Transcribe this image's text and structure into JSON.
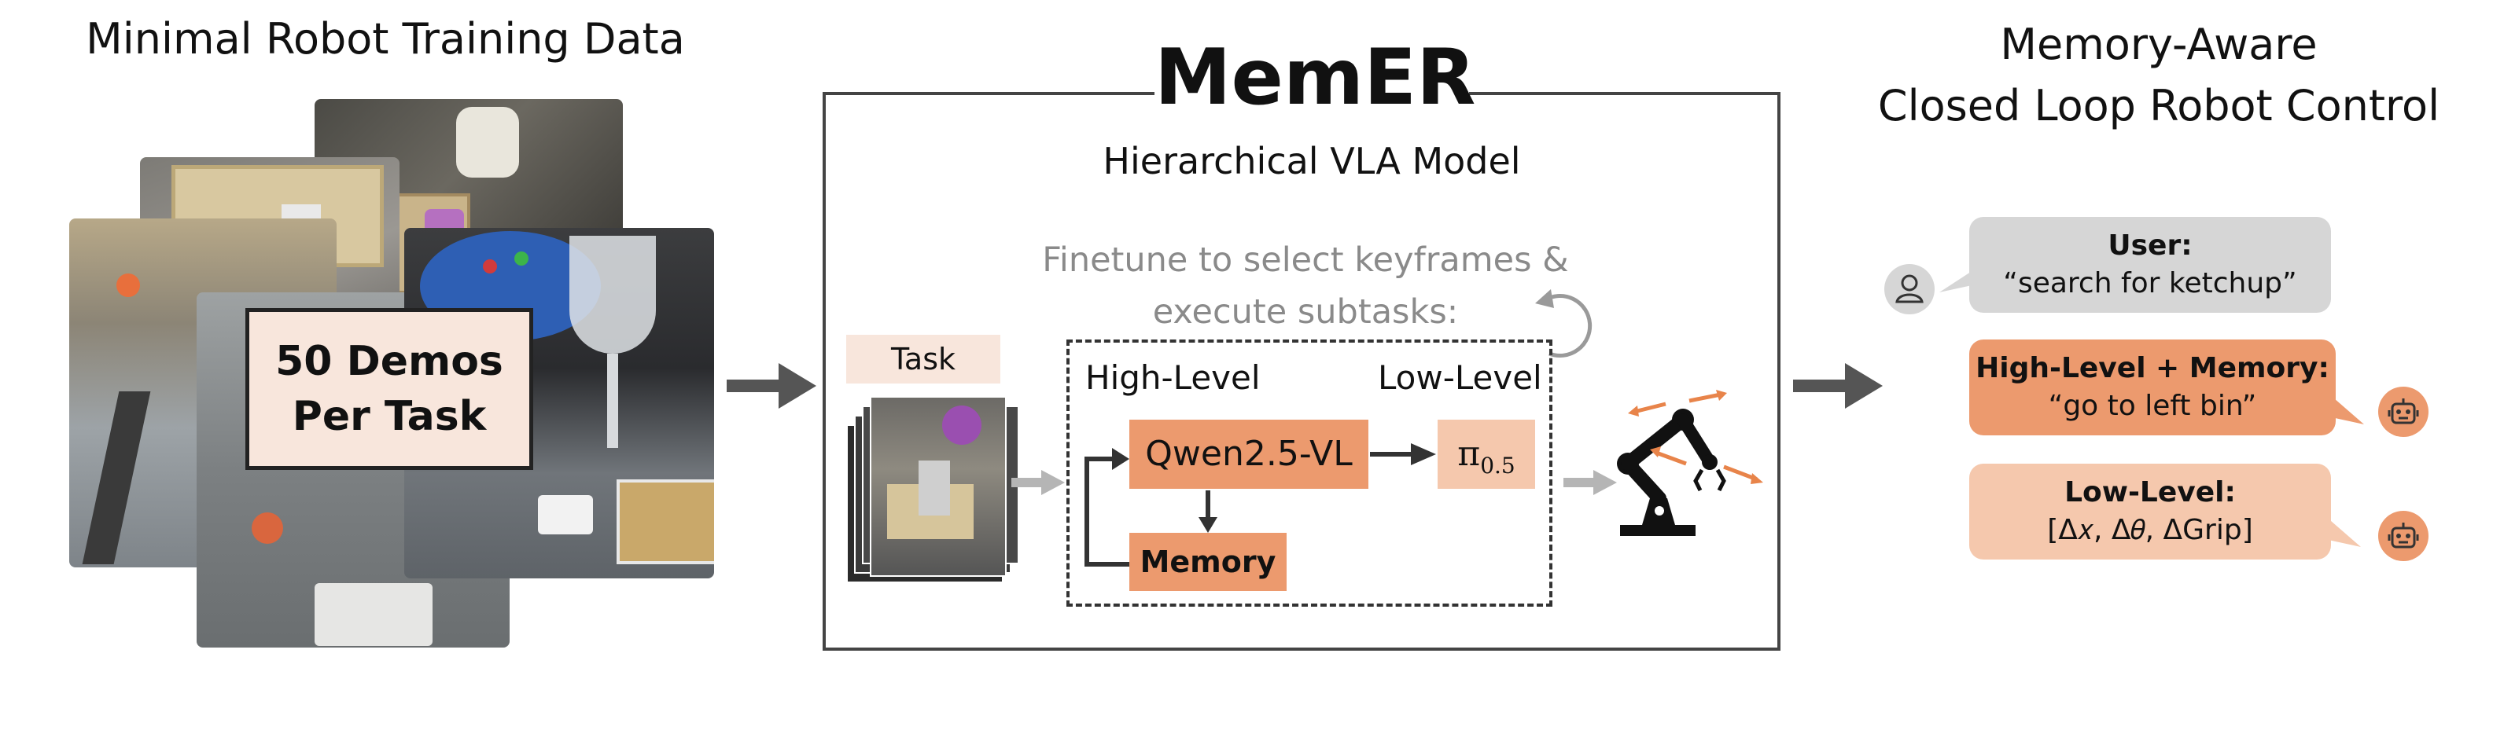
{
  "left_panel": {
    "title": "Minimal Robot Training Data",
    "demo_box": {
      "line1": "50 Demos",
      "line2": "Per Task"
    }
  },
  "center_panel": {
    "title": "MemER",
    "subtitle": "Hierarchical VLA Model",
    "finetune": {
      "line1": "Finetune to select keyframes &",
      "line2": "execute subtasks:"
    },
    "task_label": "Task",
    "high_level_label": "High-Level",
    "low_level_label": "Low-Level",
    "high_level_model": "Qwen2.5-VL",
    "low_level_model": {
      "symbol": "π",
      "subscript": "0.5"
    },
    "memory_label": "Memory"
  },
  "right_panel": {
    "title": {
      "line1": "Memory-Aware",
      "line2": "Closed Loop Robot Control"
    },
    "bubbles": [
      {
        "heading": "User:",
        "text": "“search for ketchup”",
        "speaker_icon": "user-icon"
      },
      {
        "heading": "High-Level + Memory:",
        "text": "“go to left bin”",
        "speaker_icon": "robot-icon"
      },
      {
        "heading": "Low-Level:",
        "text": "[Δ𝑥, Δ𝜃, ΔGrip]",
        "speaker_icon": "robot-icon"
      }
    ]
  },
  "colors": {
    "accent_orange": "#ec9a6e",
    "light_orange": "#f5c8ad",
    "pale_orange": "#f8e6dc",
    "gray_bubble": "#d6d6d6",
    "arrow_dark": "#555555",
    "arrow_light": "#b5b5b5"
  }
}
